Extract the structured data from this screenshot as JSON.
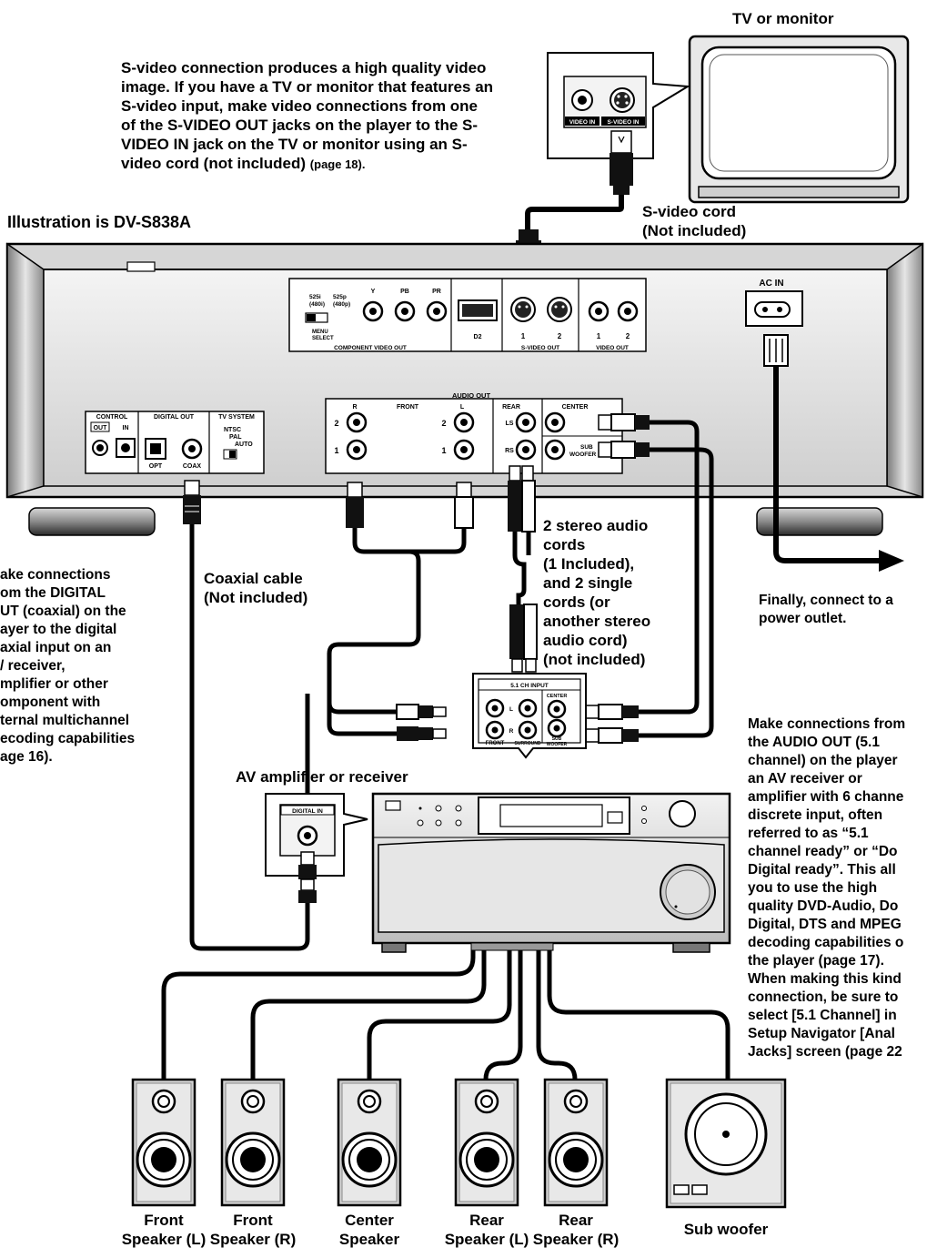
{
  "labels": {
    "tv_title": "TV or monitor",
    "svideo_intro": "S-video connection produces a high quality video image. If you have a TV or monitor that features an S-video input, make video connections from one of the S-VIDEO OUT jacks on the player to the S-VIDEO IN jack on the TV or monitor using an S-video cord (not included)",
    "svideo_intro_ref": "(page 18).",
    "illustration": "Illustration is DV-S838A",
    "svideo_cord": [
      "S-video cord",
      "(Not included)"
    ],
    "coaxial_cable": [
      "Coaxial cable",
      "(Not included)"
    ],
    "audio_cords": [
      "2 stereo audio",
      "cords",
      "(1 Included),",
      "and 2 single",
      "cords (or",
      "another stereo",
      "audio cord)",
      "(not included)"
    ],
    "finally": [
      "Finally, connect to a",
      "power outlet."
    ],
    "av_amp": "AV amplifier or receiver",
    "left_note_lines": [
      "ake connections",
      "om the DIGITAL",
      "UT (coaxial) on the",
      "ayer to the digital",
      "axial input on an",
      "/ receiver,",
      "mplifier or other",
      "omponent with",
      "ternal multichannel",
      "ecoding capabilities",
      "age 16)."
    ],
    "right_note_lines": [
      "Make connections from",
      "the AUDIO OUT (5.1",
      "channel) on the player",
      "an AV receiver or",
      "amplifier with 6 channe",
      "discrete input, often",
      "referred to as “5.1",
      "channel ready” or “Do",
      "Digital ready”. This all",
      "you to use the high",
      "quality DVD-Audio, Do",
      "Digital, DTS and MPEG",
      "decoding capabilities o",
      "the player (page 17).",
      "When making this kind",
      "connection, be sure to",
      "select [5.1 Channel] in",
      "Setup Navigator [Anal",
      "Jacks] screen (page 22"
    ]
  },
  "panel": {
    "video_in": "VIDEO IN",
    "s_video_in": "S-VIDEO IN",
    "ac_in": "AC IN",
    "component_video_out": "COMPONENT VIDEO OUT",
    "y": "Y",
    "pb": "PB",
    "pr": "PR",
    "res_525i": "525i",
    "res_480i": "(480i)",
    "res_525p": "525p",
    "res_480p": "(480p)",
    "menu_select": [
      "MENU",
      "SELECT"
    ],
    "d2": "D2",
    "s_video_out": "S-VIDEO OUT",
    "video_out": "VIDEO OUT",
    "one": "1",
    "two": "2",
    "control": "CONTROL",
    "out": "OUT",
    "in": "IN",
    "digital_out": "DIGITAL OUT",
    "opt": "OPT",
    "coax": "COAX",
    "tv_system": "TV SYSTEM",
    "ntsc": "NTSC",
    "pal": "PAL",
    "auto": "AUTO",
    "audio_out": "AUDIO OUT",
    "front": "FRONT",
    "r": "R",
    "l": "L",
    "rear": "REAR",
    "center": "CENTER",
    "ls": "LS",
    "rs": "RS",
    "sub": "SUB",
    "woofer": "WOOFER"
  },
  "input51": {
    "title": "5.1 CH INPUT",
    "center": "CENTER",
    "front": "FRONT",
    "surround": "SURROUND",
    "sub": "SUB",
    "woofer": "WOOFER",
    "l": "L",
    "r": "R"
  },
  "digital_in": "DIGITAL IN",
  "speakers": [
    {
      "line1": "Front",
      "line2": "Speaker (L)"
    },
    {
      "line1": "Front",
      "line2": "Speaker (R)"
    },
    {
      "line1": "Center",
      "line2": "Speaker"
    },
    {
      "line1": "Rear",
      "line2": "Speaker (L)"
    },
    {
      "line1": "Rear",
      "line2": "Speaker (R)"
    },
    {
      "line1": "Sub woofer",
      "line2": ""
    }
  ]
}
